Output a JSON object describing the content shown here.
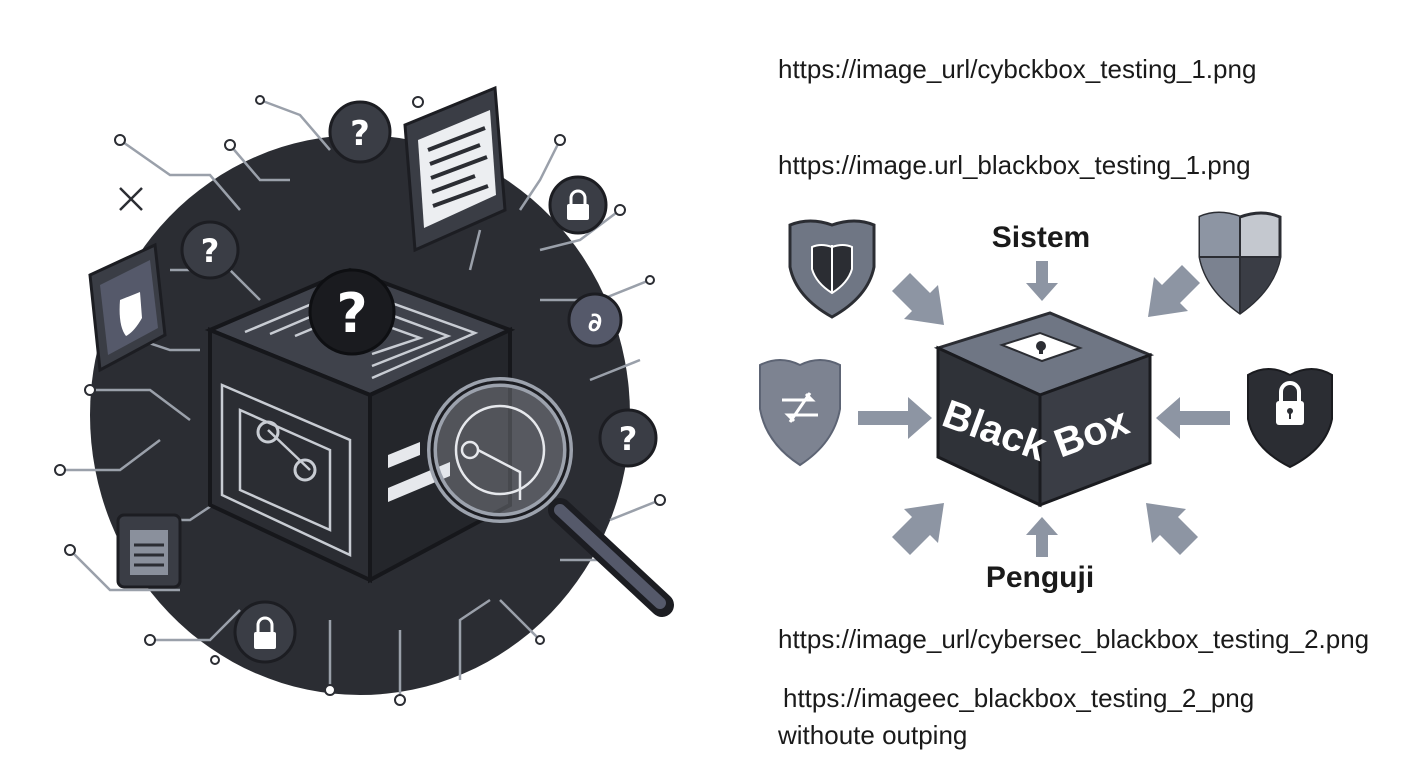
{
  "urls": {
    "url_1": "https://image_url/cybckbox_testing_1.png",
    "url_2": "https://image.url_blackbox_testing_1.png",
    "url_3": "https://image_url/cybersec_blackbox_testing_2.png",
    "url_4": "https://imageec_blackbox_testing_2_png",
    "caption": "withoute outping"
  },
  "diagram": {
    "top_label": "Sistem",
    "bottom_label": "Penguji",
    "box_front": "Black",
    "box_side": "Box"
  },
  "illustration": {
    "question_mark": "?"
  },
  "colors": {
    "dark": "#2b2d33",
    "gray": "#7d8391",
    "arrow": "#8d95a3",
    "shield": "#5d6474",
    "background": "#ffffff"
  }
}
